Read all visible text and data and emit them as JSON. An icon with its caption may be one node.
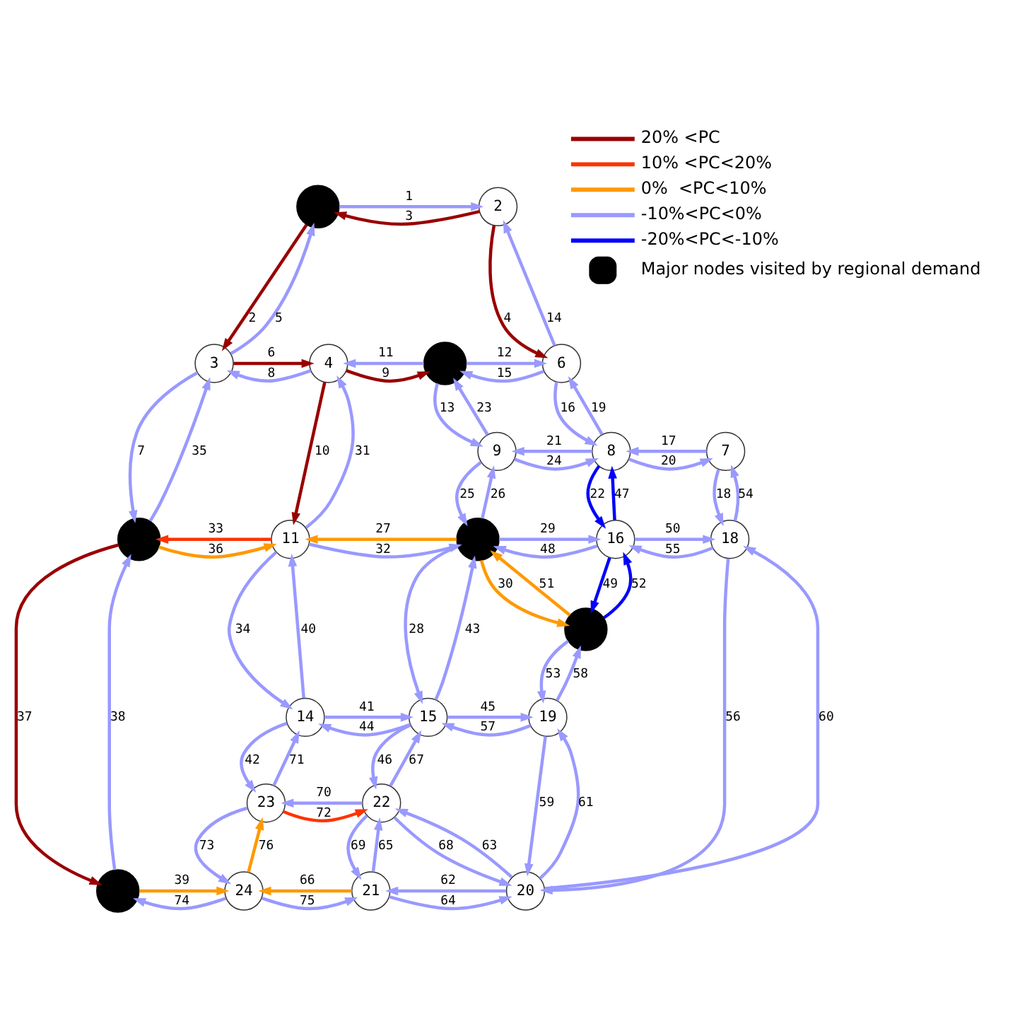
{
  "diagram": {
    "nodes": [
      {
        "text": [],
        "shape": "circle"
      },
      {
        "text": [
          "2"
        ]
      },
      {
        "text": [
          "3"
        ]
      },
      {
        "text": [
          "4"
        ]
      },
      {
        "text": [],
        "shape": "circle"
      },
      {
        "text": [
          "6"
        ]
      },
      {
        "text": [
          "9"
        ]
      },
      {
        "text": [
          "8"
        ]
      },
      {
        "text": [
          "7"
        ]
      },
      {
        "text": [],
        "shape": "circle"
      },
      {
        "text": [
          "11"
        ]
      },
      {
        "text": [],
        "shape": "circle"
      },
      {
        "text": [
          "16"
        ]
      },
      {
        "text": [
          "18"
        ]
      },
      {
        "text": [],
        "shape": "circle"
      },
      {
        "text": [
          "14"
        ]
      },
      {
        "text": [
          "15"
        ]
      },
      {
        "text": [
          "19"
        ]
      },
      {
        "text": [
          "23"
        ]
      },
      {
        "text": [
          "22"
        ]
      },
      {
        "text": [],
        "shape": "circle"
      },
      {
        "text": [
          "24"
        ]
      },
      {
        "text": [
          "21"
        ]
      },
      {
        "text": [
          "20"
        ]
      }
    ],
    "edges": [
      {
        "from": 0,
        "to": 1,
        "arrow": "to",
        "label": "1"
      },
      {
        "from": 0,
        "to": 2,
        "arrow": "to",
        "label": "2",
        "color": "#990000"
      },
      {
        "from": 1,
        "to": 0,
        "arrow": "to",
        "label": "3",
        "color": "#990000"
      },
      {
        "from": 1,
        "to": 5,
        "arrow": "to",
        "label": "4",
        "color": "#990000"
      },
      {
        "from": 2,
        "to": 0,
        "arrow": "to",
        "label": "5"
      },
      {
        "from": 2,
        "to": 3,
        "arrow": "to",
        "label": "6",
        "color": "#990000"
      },
      {
        "from": 2,
        "to": 9,
        "arrow": "to",
        "label": "7"
      },
      {
        "from": 3,
        "to": 2,
        "arrow": "to",
        "label": "8"
      },
      {
        "from": 3,
        "to": 4,
        "arrow": "to",
        "label": "9",
        "color": "#990000"
      },
      {
        "from": 3,
        "to": 10,
        "arrow": "to",
        "label": "10",
        "color": "#990000"
      },
      {
        "from": 4,
        "to": 3,
        "arrow": "to",
        "label": "11"
      },
      {
        "from": 4,
        "to": 5,
        "arrow": "to",
        "label": "12"
      },
      {
        "from": 4,
        "to": 6,
        "arrow": "to",
        "label": "13"
      },
      {
        "from": 5,
        "to": 1,
        "arrow": "to",
        "label": "14"
      },
      {
        "from": 5,
        "to": 4,
        "arrow": "to",
        "label": "15"
      },
      {
        "from": 5,
        "to": 7,
        "arrow": "to",
        "label": "16"
      },
      {
        "from": 8,
        "to": 7,
        "arrow": "to",
        "label": "17"
      },
      {
        "from": 8,
        "to": 13,
        "arrow": "to",
        "label": "18"
      },
      {
        "from": 7,
        "to": 5,
        "arrow": "to",
        "label": "19"
      },
      {
        "from": 7,
        "to": 8,
        "arrow": "to",
        "label": "20"
      },
      {
        "from": 7,
        "to": 6,
        "arrow": "to",
        "label": "21"
      },
      {
        "from": 7,
        "to": 12,
        "arrow": "to",
        "label": "22",
        "color": "#0000ff"
      },
      {
        "from": 6,
        "to": 4,
        "arrow": "to",
        "label": "23"
      },
      {
        "from": 6,
        "to": 7,
        "arrow": "to",
        "label": "24"
      },
      {
        "from": 6,
        "to": 11,
        "arrow": "to",
        "label": "25"
      },
      {
        "from": 11,
        "to": 6,
        "arrow": "to",
        "label": "26"
      },
      {
        "from": 11,
        "to": 10,
        "arrow": "to",
        "label": "27",
        "color": "#ff9900"
      },
      {
        "from": 11,
        "to": 16,
        "arrow": "to",
        "label": "28"
      },
      {
        "from": 11,
        "to": 12,
        "arrow": "to",
        "label": "29"
      },
      {
        "from": 11,
        "to": 14,
        "arrow": "to",
        "label": "30",
        "color": "#ff9900"
      },
      {
        "from": 10,
        "to": 3,
        "arrow": "to",
        "label": "31"
      },
      {
        "from": 10,
        "to": 11,
        "arrow": "to",
        "label": "32"
      },
      {
        "from": 10,
        "to": 9,
        "arrow": "to",
        "label": "33",
        "color": "#ff3300"
      },
      {
        "from": 10,
        "to": 15,
        "arrow": "to",
        "label": "34"
      },
      {
        "from": 9,
        "to": 2,
        "arrow": "to",
        "label": "35"
      },
      {
        "from": 9,
        "to": 10,
        "arrow": "to",
        "label": "36",
        "color": "#ff9900"
      },
      {
        "from": 9,
        "to": 20,
        "arrow": "to",
        "label": "37",
        "color": "#990000"
      },
      {
        "from": 20,
        "to": 9,
        "arrow": "to",
        "label": "38"
      },
      {
        "from": 20,
        "to": 21,
        "arrow": "to",
        "label": "39",
        "color": "#ff9900"
      },
      {
        "from": 15,
        "to": 10,
        "arrow": "to",
        "label": "40"
      },
      {
        "from": 15,
        "to": 16,
        "arrow": "to",
        "label": "41"
      },
      {
        "from": 15,
        "to": 18,
        "arrow": "to",
        "label": "42"
      },
      {
        "from": 16,
        "to": 11,
        "arrow": "to",
        "label": "43"
      },
      {
        "from": 16,
        "to": 15,
        "arrow": "to",
        "label": "44"
      },
      {
        "from": 16,
        "to": 17,
        "arrow": "to",
        "label": "45"
      },
      {
        "from": 16,
        "to": 19,
        "arrow": "to",
        "label": "46"
      },
      {
        "from": 12,
        "to": 7,
        "arrow": "to",
        "label": "47",
        "color": "#0000ff"
      },
      {
        "from": 12,
        "to": 11,
        "arrow": "to",
        "label": "48"
      },
      {
        "from": 12,
        "to": 14,
        "arrow": "to",
        "label": "49",
        "color": "#0000ff"
      },
      {
        "from": 12,
        "to": 13,
        "arrow": "to",
        "label": "50"
      },
      {
        "from": 14,
        "to": 11,
        "arrow": "to",
        "label": "51",
        "color": "#ff9900"
      },
      {
        "from": 14,
        "to": 12,
        "arrow": "to",
        "label": "52",
        "color": "#0000ff"
      },
      {
        "from": 14,
        "to": 17,
        "arrow": "to",
        "label": "53"
      },
      {
        "from": 13,
        "to": 8,
        "arrow": "to",
        "label": "54"
      },
      {
        "from": 13,
        "to": 12,
        "arrow": "to",
        "label": "55"
      },
      {
        "from": 13,
        "to": 23,
        "arrow": "to",
        "label": "56"
      },
      {
        "from": 17,
        "to": 16,
        "arrow": "to",
        "label": "57"
      },
      {
        "from": 17,
        "to": 14,
        "arrow": "to",
        "label": "58"
      },
      {
        "from": 17,
        "to": 23,
        "arrow": "to",
        "label": "59"
      },
      {
        "from": 23,
        "to": 13,
        "arrow": "to",
        "label": "60"
      },
      {
        "from": 23,
        "to": 17,
        "arrow": "to",
        "label": "61"
      },
      {
        "from": 23,
        "to": 22,
        "arrow": "to",
        "label": "62"
      },
      {
        "from": 23,
        "to": 19,
        "arrow": "to",
        "label": "63"
      },
      {
        "from": 22,
        "to": 23,
        "arrow": "to",
        "label": "64"
      },
      {
        "from": 22,
        "to": 19,
        "arrow": "to",
        "label": "65"
      },
      {
        "from": 22,
        "to": 21,
        "arrow": "to",
        "label": "66",
        "color": "#ff9900"
      },
      {
        "from": 19,
        "to": 16,
        "arrow": "to",
        "label": "67"
      },
      {
        "from": 19,
        "to": 23,
        "arrow": "to",
        "label": "68"
      },
      {
        "from": 19,
        "to": 22,
        "arrow": "to",
        "label": "69"
      },
      {
        "from": 19,
        "to": 18,
        "arrow": "to",
        "label": "70"
      },
      {
        "from": 18,
        "to": 15,
        "arrow": "to",
        "label": "71"
      },
      {
        "from": 18,
        "to": 19,
        "arrow": "to",
        "label": "72",
        "color": "#ff3300"
      },
      {
        "from": 18,
        "to": 21,
        "arrow": "to",
        "label": "73"
      },
      {
        "from": 21,
        "to": 20,
        "arrow": "to",
        "label": "74"
      },
      {
        "from": 21,
        "to": 22,
        "arrow": "to",
        "label": "75"
      },
      {
        "from": 21,
        "to": 18,
        "arrow": "to",
        "label": "76",
        "color": "#ff9900"
      }
    ],
    "legend": [
      {
        "text": "20% <PC",
        "color": "#990000"
      },
      {
        "text": "10% <PC<20%",
        "color": "#ff3300"
      },
      {
        "text": " 0%  <PC<10%",
        "color": "#ff9900"
      },
      {
        "text": "-10%<PC<0%",
        "color": "#9999ff"
      },
      {
        "text": "-20%<PC<-10%",
        "color": "#0000ff"
      },
      {
        "text": "Major nodes visited by regional demand"
      }
    ]
  }
}
